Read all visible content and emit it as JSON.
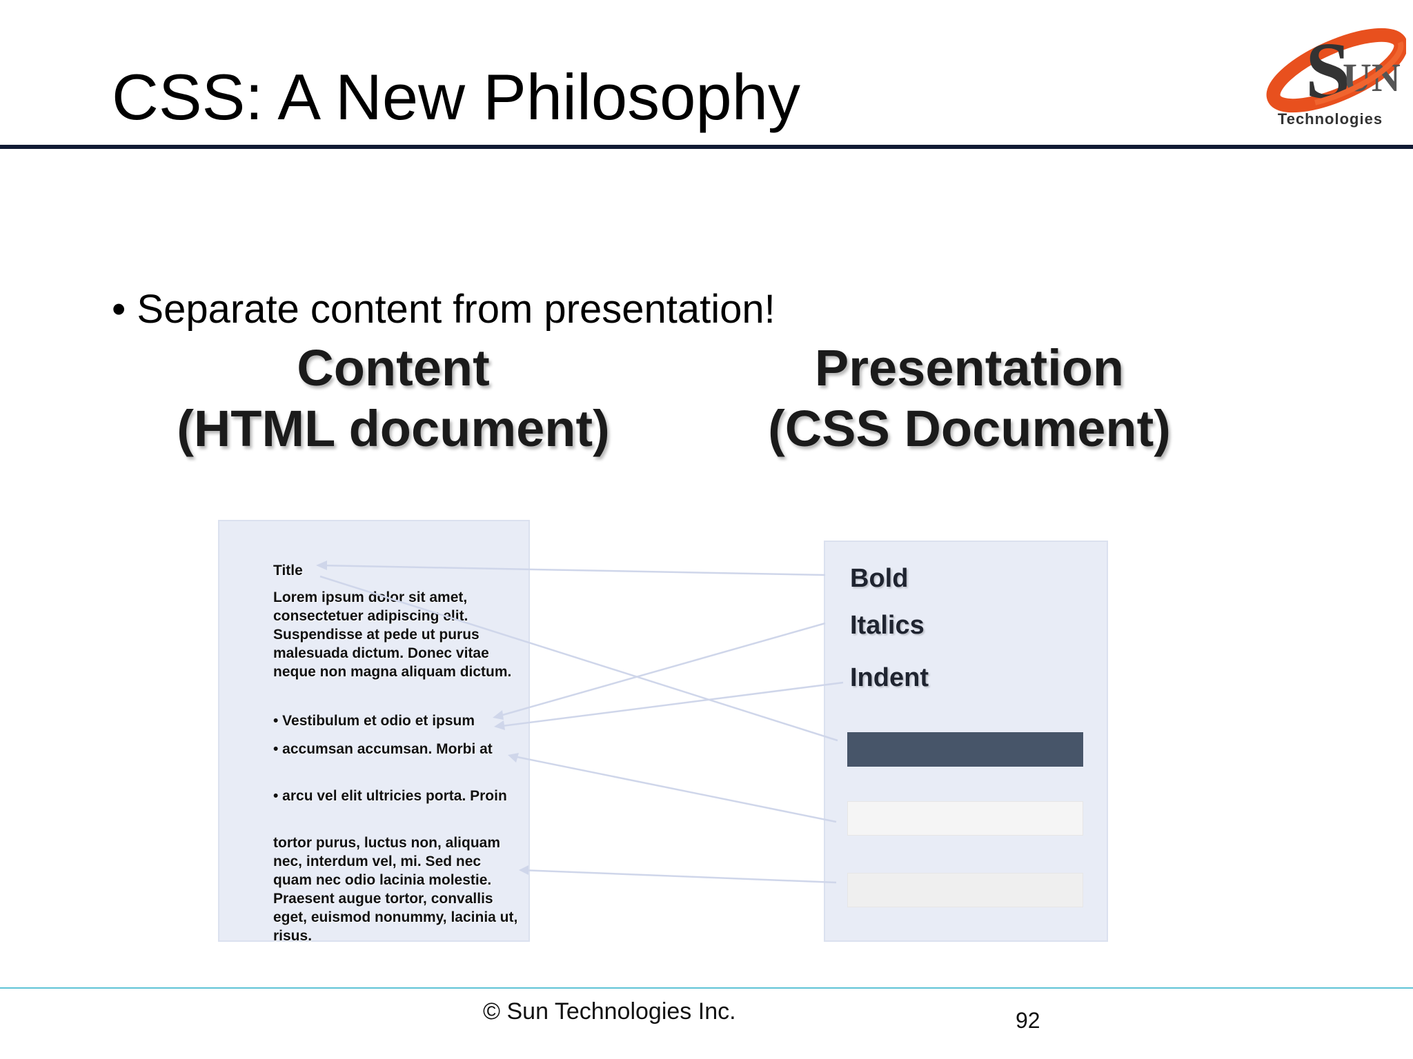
{
  "slide": {
    "title": "CSS: A New Philosophy",
    "bullet": "• Separate content from presentation!",
    "logo": {
      "text": "Technologies",
      "icon": "sun-technologies-logo-icon",
      "accent_color": "#e8501e"
    }
  },
  "content_column": {
    "heading_line1": "Content",
    "heading_line2": "(HTML document)",
    "document": {
      "title": "Title",
      "paragraph": "Lorem ipsum dolor sit amet, consectetuer adipiscing elit. Suspendisse at pede ut purus malesuada dictum. Donec vitae neque non magna aliquam dictum.",
      "list_item_1": "• Vestibulum et odio et ipsum",
      "list_item_2": "• accumsan accumsan. Morbi at",
      "list_item_3": "• arcu vel elit ultricies porta. Proin",
      "closing_paragraph": " tortor purus, luctus non, aliquam nec, interdum vel, mi. Sed nec quam nec odio lacinia molestie. Praesent augue tortor, convallis eget, euismod nonummy, lacinia ut, risus."
    }
  },
  "presentation_column": {
    "heading_line1": "Presentation",
    "heading_line2": "(CSS Document)",
    "styles": {
      "bold": "Bold",
      "italics": "Italics",
      "indent": "Indent"
    },
    "swatch_colors": [
      "#475569",
      "#f5f5f5",
      "#efefef"
    ]
  },
  "footer": {
    "copyright": "© Sun Technologies Inc.",
    "page_number": "92"
  }
}
